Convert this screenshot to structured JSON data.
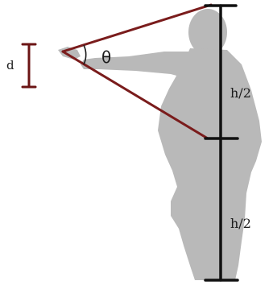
{
  "labels": {
    "d": "d",
    "theta": "θ",
    "h_half_upper": "h/2",
    "h_half_lower": "h/2"
  },
  "colors": {
    "silhouette": "#b9b9b9",
    "angle_lines": "#7a1c1c",
    "d_marker": "#6b1414",
    "height_bar": "#111111",
    "background": "#ffffff"
  }
}
